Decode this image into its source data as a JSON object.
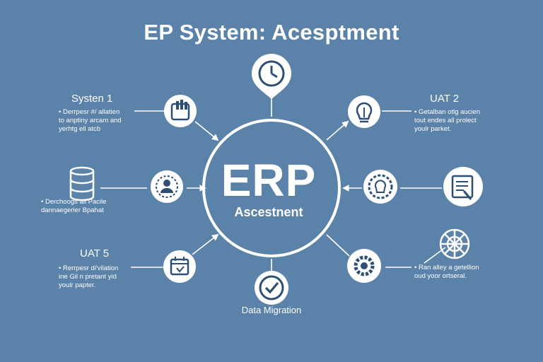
{
  "title": "EP System: Acesptment",
  "center": {
    "main": "ERP",
    "sub": "Ascestnent"
  },
  "nodes": {
    "top": {
      "icon": "clock-icon"
    },
    "top_left": {
      "label": "Systen 1",
      "icon": "tablet-hand-icon",
      "bullets": [
        "• Derrpesr #/ allatien",
        "to anptiny arcam and",
        "yerhtg ell atcb"
      ]
    },
    "top_right": {
      "label": "UAT 2",
      "icon": "lightbulb-icon",
      "bullets": [
        "• Getalban otlg aucien",
        "tout endes all prolect",
        "youlr parket."
      ]
    },
    "left": {
      "icon": "user-gear-icon",
      "extra_icon": "database-icon",
      "bullets": [
        "• Derchoogs all Pacile",
        "dannaegerier Bpahat"
      ]
    },
    "right": {
      "icon": "gear-bulb-icon",
      "extra_icon": "document-icon"
    },
    "bottom_left": {
      "label": "UAT 5",
      "icon": "calendar-icon",
      "bullets": [
        "• Rerrpesr di'vilation",
        "ine Gil n pretant yid",
        "youlr papter."
      ]
    },
    "bottom_right": {
      "icon": "gear-icon",
      "extra_icon": "network-globe-icon",
      "bullets": [
        "• Ran alley a getellion",
        "oud yoor ortseral."
      ]
    },
    "bottom": {
      "label": "Data Migration",
      "icon": "checkmark-icon"
    }
  },
  "colors": {
    "background": "#5b82a9",
    "foreground": "#ffffff"
  }
}
